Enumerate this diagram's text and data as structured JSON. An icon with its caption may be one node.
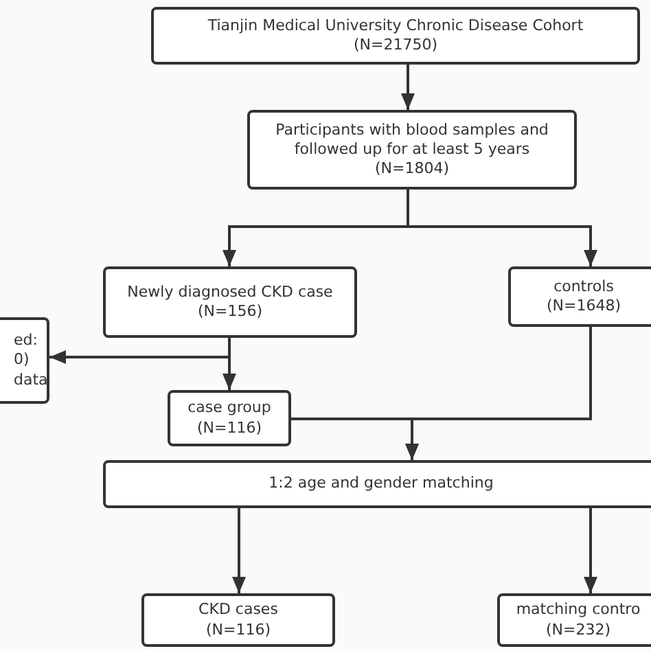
{
  "diagram": {
    "nodes": [
      {
        "text": [
          "Tianjin Medical University Chronic Disease Cohort",
          "(N=21750)"
        ]
      },
      {
        "text": [
          "Participants with blood samples and followed up for at least 5 years",
          "(N=1804)"
        ]
      },
      {
        "text": [
          "Newly diagnosed CKD case",
          "(N=156)"
        ]
      },
      {
        "text": [
          "controls",
          "(N=1648)"
        ]
      },
      {
        "text": [
          "ed: 0) data"
        ]
      },
      {
        "text": [
          "case group",
          "(N=116)"
        ]
      },
      {
        "text": [
          "1:2 age and gender matching"
        ]
      },
      {
        "text": [
          "CKD cases",
          "(N=116)"
        ]
      },
      {
        "text": [
          "matching contro",
          "(N=232)"
        ]
      }
    ],
    "edges": [
      {
        "from": 0,
        "to": 1,
        "arrow": "to"
      },
      {
        "from": 1,
        "to": 2,
        "arrow": "to"
      },
      {
        "from": 1,
        "to": 3,
        "arrow": "to"
      },
      {
        "from": 2,
        "to": 4,
        "arrow": "to"
      },
      {
        "from": 2,
        "to": 5,
        "arrow": "to"
      },
      {
        "from": 5,
        "to": 6,
        "arrow": "to"
      },
      {
        "from": 3,
        "to": 6,
        "arrow": "to"
      },
      {
        "from": 6,
        "to": 7,
        "arrow": "to"
      },
      {
        "from": 6,
        "to": 8,
        "arrow": "to"
      }
    ]
  }
}
